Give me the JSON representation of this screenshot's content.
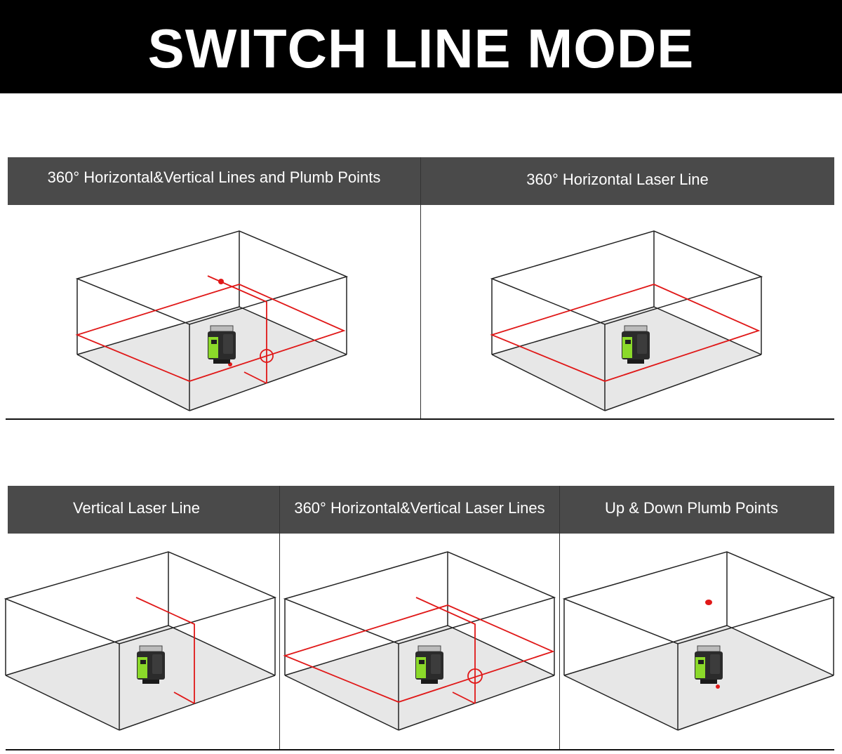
{
  "page_title": "SWITCH LINE MODE",
  "laser_color": "#e01818",
  "device_color": "#8bd92a",
  "header_color": "#4a4a4a",
  "modes": [
    {
      "label": "360° Horizontal&Vertical Lines and Plumb Points"
    },
    {
      "label": "360° Horizontal Laser Line"
    },
    {
      "label": "Vertical Laser Line"
    },
    {
      "label": "360° Horizontal&Vertical Laser Lines"
    },
    {
      "label": "Up & Down Plumb Points"
    }
  ]
}
